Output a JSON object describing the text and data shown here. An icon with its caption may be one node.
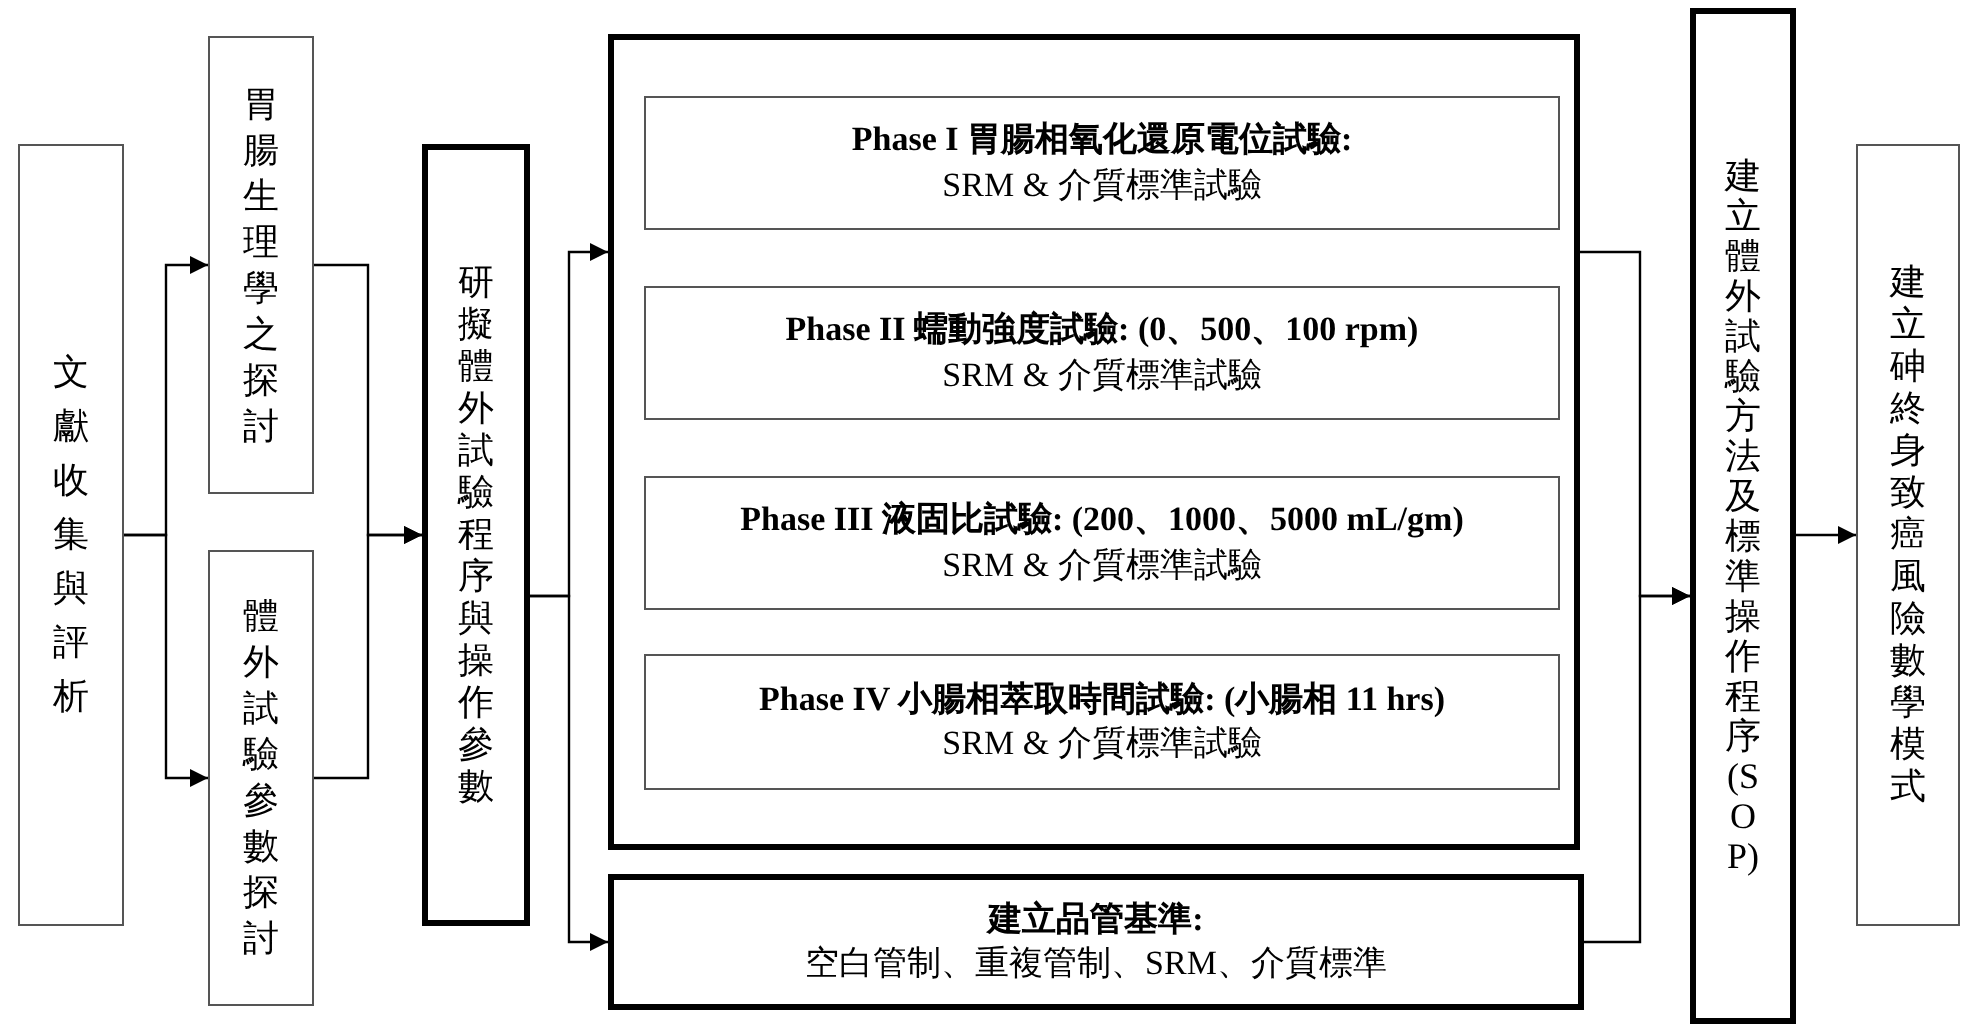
{
  "diagram": {
    "nodes": [
      {
        "text": [
          "文獻收集與評析"
        ]
      },
      {
        "text": [
          "胃腸生理學之探討"
        ]
      },
      {
        "text": [
          "體外試驗參數探討"
        ]
      },
      {
        "text": [
          "研擬體外試驗程序與操作參數"
        ]
      },
      {
        "text": [],
        "shape": "box"
      },
      {
        "text": [
          "Phase I 胃腸相氧化還原電位試驗:",
          "SRM & 介質標準試驗"
        ],
        "in": 4
      },
      {
        "text": [
          "Phase II 蠕動強度試驗: (0、500、100 rpm)",
          "SRM & 介質標準試驗"
        ],
        "in": 4
      },
      {
        "text": [
          "Phase III 液固比試驗: (200、1000、5000 mL/gm)",
          "SRM & 介質標準試驗"
        ],
        "in": 4
      },
      {
        "text": [
          "Phase IV 小腸相萃取時間試驗: (小腸相 11 hrs)",
          "SRM & 介質標準試驗"
        ],
        "in": 4
      },
      {
        "text": [
          "建立品管基準:",
          "空白管制、重複管制、SRM、介質標準"
        ]
      },
      {
        "text": [
          "建立體外試驗方法及標準操作程序(SOP)"
        ]
      },
      {
        "text": [
          "建立砷終身致癌風險數學模式"
        ]
      }
    ],
    "edges": [
      {
        "from": 0,
        "to": 1,
        "arrow": "to"
      },
      {
        "from": 0,
        "to": 2,
        "arrow": "to"
      },
      {
        "from": 1,
        "to": 3,
        "arrow": "to"
      },
      {
        "from": 2,
        "to": 3,
        "arrow": "to"
      },
      {
        "from": 3,
        "to": 4,
        "arrow": "to"
      },
      {
        "from": 3,
        "to": 9,
        "arrow": "to"
      },
      {
        "from": 4,
        "to": 10,
        "arrow": "to"
      },
      {
        "from": 9,
        "to": 10,
        "arrow": "to"
      },
      {
        "from": 10,
        "to": 11,
        "arrow": "to"
      }
    ]
  }
}
